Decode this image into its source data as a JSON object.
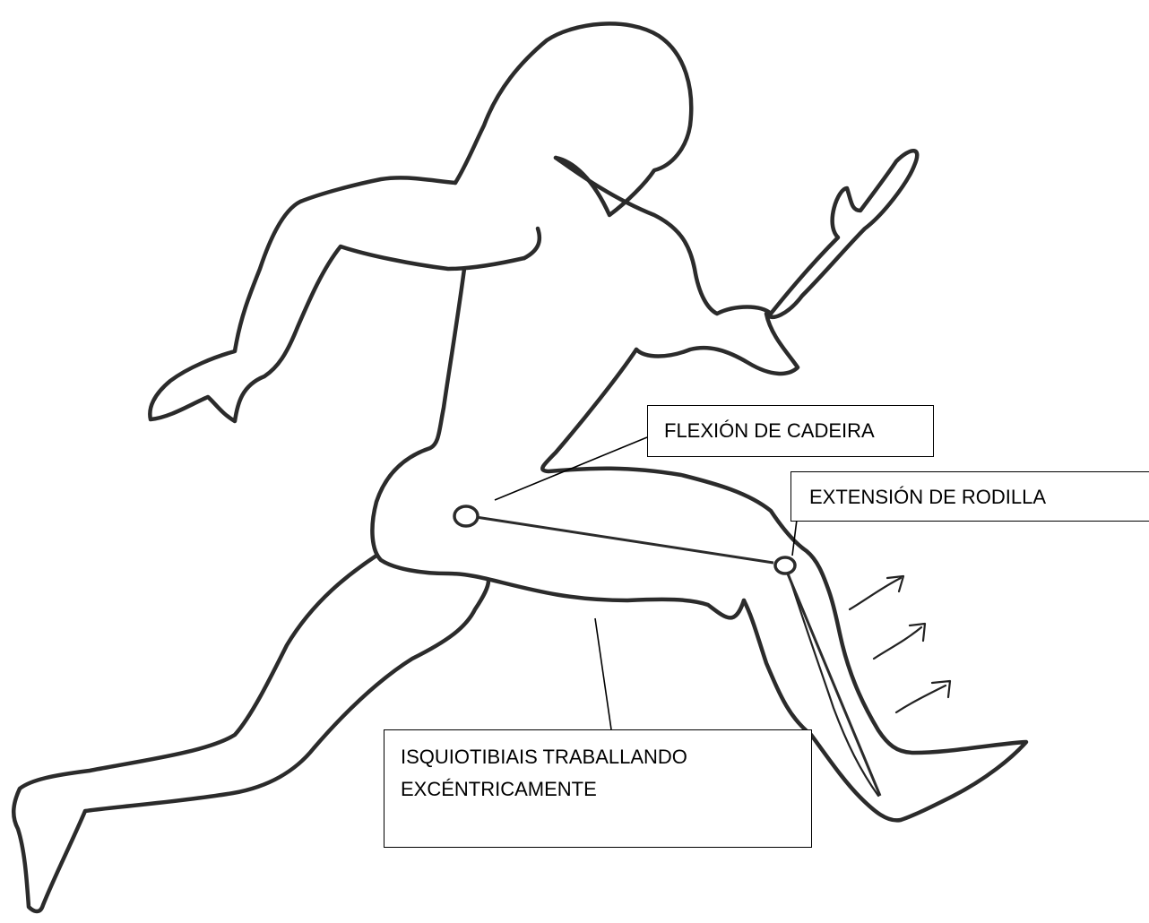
{
  "labels": {
    "hip_flexion": "FLEXIÓN DE CADEIRA",
    "knee_extension": "EXTENSIÓN DE RODILLA",
    "hamstrings_line1": "ISQUIOTIBIAIS TRABALLANDO",
    "hamstrings_line2": "EXCÉNTRICAMENTE"
  },
  "colors": {
    "ink": "#2b2b2b",
    "background": "#ffffff",
    "box_border": "#000000"
  }
}
